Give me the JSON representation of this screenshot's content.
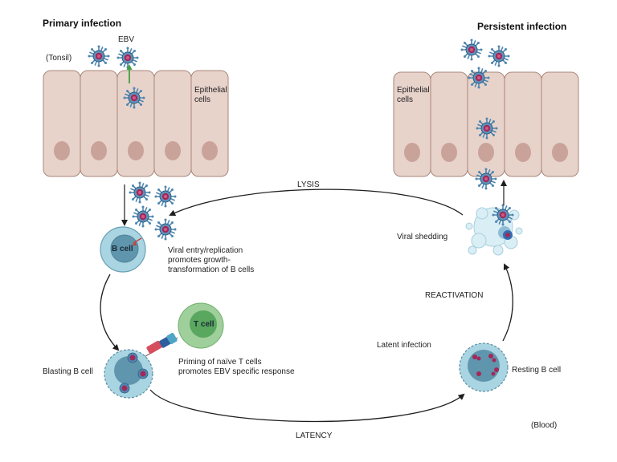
{
  "titles": {
    "primary": "Primary infection",
    "persistent": "Persistent infection"
  },
  "labels": {
    "ebv": "EBV",
    "tonsil": "(Tonsil)",
    "epithelial_left": "Epithelial\ncells",
    "epithelial_right": "Epithelial\ncells",
    "b_cell": "B cell",
    "t_cell": "T cell",
    "viral_entry": "Viral entry/replication\npromotes growth-\ntransformation of B cells",
    "blasting_b_cell": "Blasting B cell",
    "priming": "Priming of naïve T cells\npromotes EBV specific response",
    "latent_infection": "Latent infection",
    "resting_b_cell": "Resting B cell",
    "blood": "(Blood)",
    "viral_shedding": "Viral shedding"
  },
  "arrows": {
    "lysis": "LYSIS",
    "reactivation": "REACTIVATION",
    "latency": "LATENCY"
  },
  "colors": {
    "epithelium_fill": "#e8d3cb",
    "epithelium_stroke": "#a7867a",
    "nucleus": "#c9a39a",
    "virus_capsid": "#4f87b0",
    "virus_core": "#a2285a",
    "b_cell": "#a9d4e2",
    "b_cell_nucleus": "#5f96ad",
    "t_cell": "#9fcf9b",
    "t_cell_nucleus": "#5aa760",
    "entry_arrow": "#44a044",
    "arrow": "#1e1e1e"
  }
}
